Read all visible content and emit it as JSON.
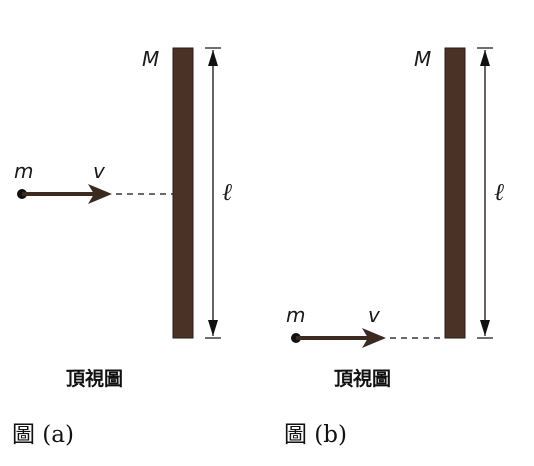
{
  "colors": {
    "rod_fill": "#4a3326",
    "rod_stroke": "#2a1d15",
    "ink": "#111111"
  },
  "panel_a": {
    "rod_label": "M",
    "mass_label": "m",
    "velocity_label": "v",
    "length_label": "ℓ",
    "view_caption": "頂視圖",
    "figure_caption": "圖 (a)"
  },
  "panel_b": {
    "rod_label": "M",
    "mass_label": "m",
    "velocity_label": "v",
    "length_label": "ℓ",
    "view_caption": "頂視圖",
    "figure_caption": "圖 (b)"
  }
}
